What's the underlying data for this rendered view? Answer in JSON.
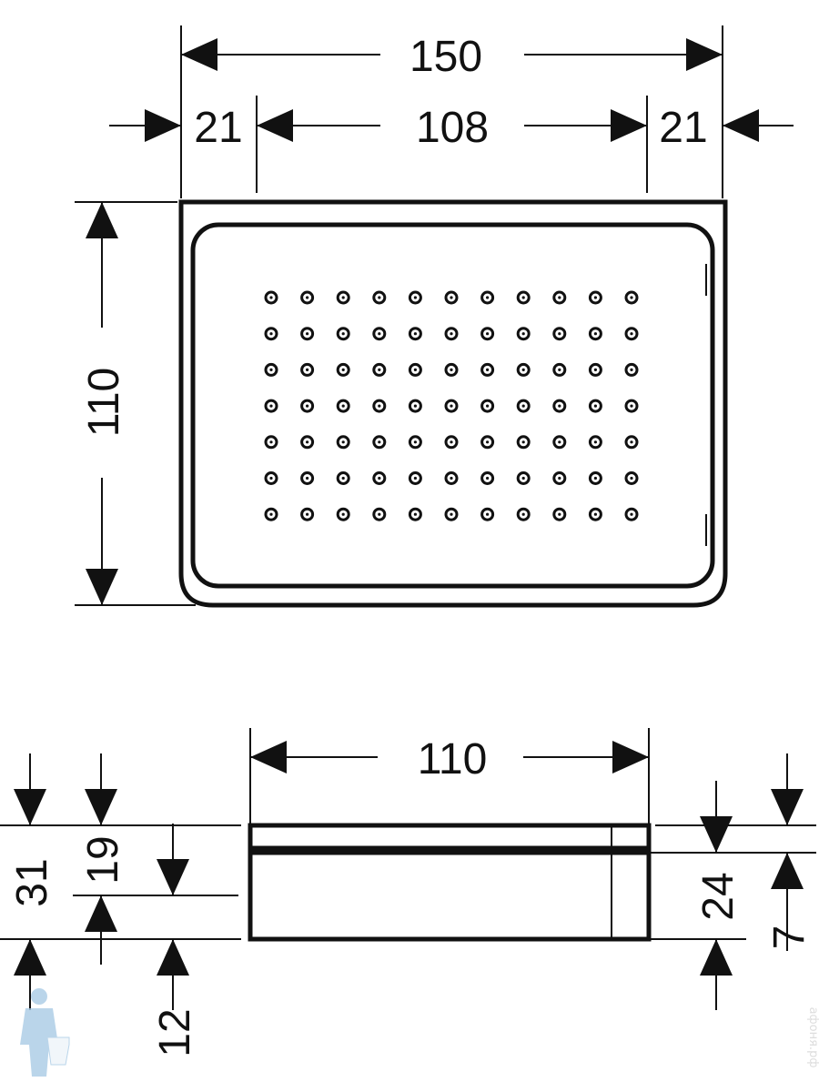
{
  "top_view": {
    "overall_width": "150",
    "left_margin": "21",
    "inner_width": "108",
    "right_margin": "21",
    "depth": "110",
    "hole_grid": {
      "columns": 11,
      "rows": 7
    }
  },
  "side_view": {
    "depth": "110",
    "total_height": "31",
    "upper_height": "19",
    "lower_offset": "12",
    "body_height": "24",
    "lid_height": "7"
  },
  "watermark": "афоня.рф",
  "colors": {
    "line": "#111111",
    "watermark": "#a9cbe6"
  }
}
